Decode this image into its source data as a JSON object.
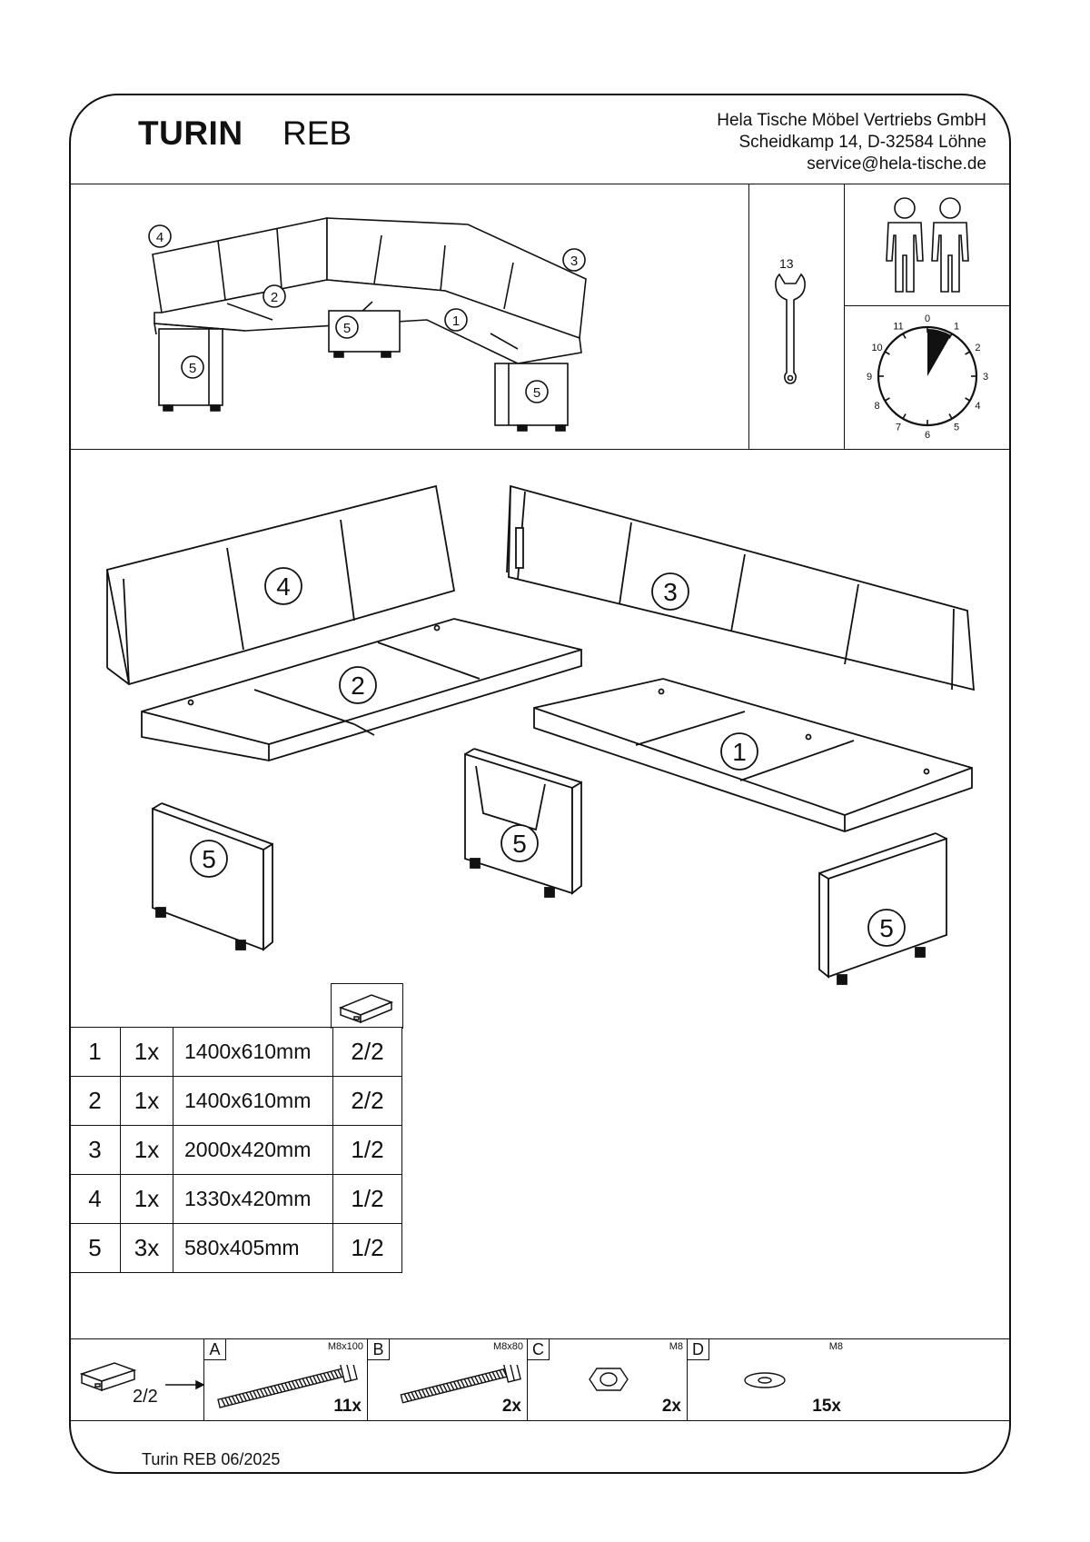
{
  "header": {
    "model": "TURIN",
    "variant": "REB",
    "company": {
      "name": "Hela Tische Möbel Vertriebs GmbH",
      "address": "Scheidkamp 14, D-32584 Löhne",
      "email": "service@hela-tische.de"
    }
  },
  "overview": {
    "part_labels": [
      "4",
      "3",
      "2",
      "1",
      "5",
      "5",
      "5"
    ]
  },
  "tools": {
    "wrench_size": "13",
    "people_count": 2,
    "clock_numbers": [
      "0",
      "1",
      "2",
      "3",
      "4",
      "5",
      "6",
      "7",
      "8",
      "9",
      "10",
      "11"
    ],
    "time_fraction": 0.083
  },
  "exploded": {
    "labels": [
      "4",
      "3",
      "2",
      "1",
      "5",
      "5",
      "5"
    ]
  },
  "parts_table": {
    "rows": [
      {
        "no": "1",
        "qty": "1x",
        "size": "1400x610mm",
        "package": "2/2"
      },
      {
        "no": "2",
        "qty": "1x",
        "size": "1400x610mm",
        "package": "2/2"
      },
      {
        "no": "3",
        "qty": "1x",
        "size": "2000x420mm",
        "package": "1/2"
      },
      {
        "no": "4",
        "qty": "1x",
        "size": "1330x420mm",
        "package": "1/2"
      },
      {
        "no": "5",
        "qty": "3x",
        "size": "580x405mm",
        "package": "1/2"
      }
    ]
  },
  "hardware": {
    "package": "2/2",
    "items": [
      {
        "letter": "A",
        "size": "M8x100",
        "qty": "11x",
        "icon": "bolt-icon"
      },
      {
        "letter": "B",
        "size": "M8x80",
        "qty": "2x",
        "icon": "bolt-icon"
      },
      {
        "letter": "C",
        "size": "M8",
        "qty": "2x",
        "icon": "nut-icon"
      },
      {
        "letter": "D",
        "size": "M8",
        "qty": "15x",
        "icon": "washer-icon"
      }
    ]
  },
  "footer": {
    "text": "Turin REB  06/2025"
  }
}
